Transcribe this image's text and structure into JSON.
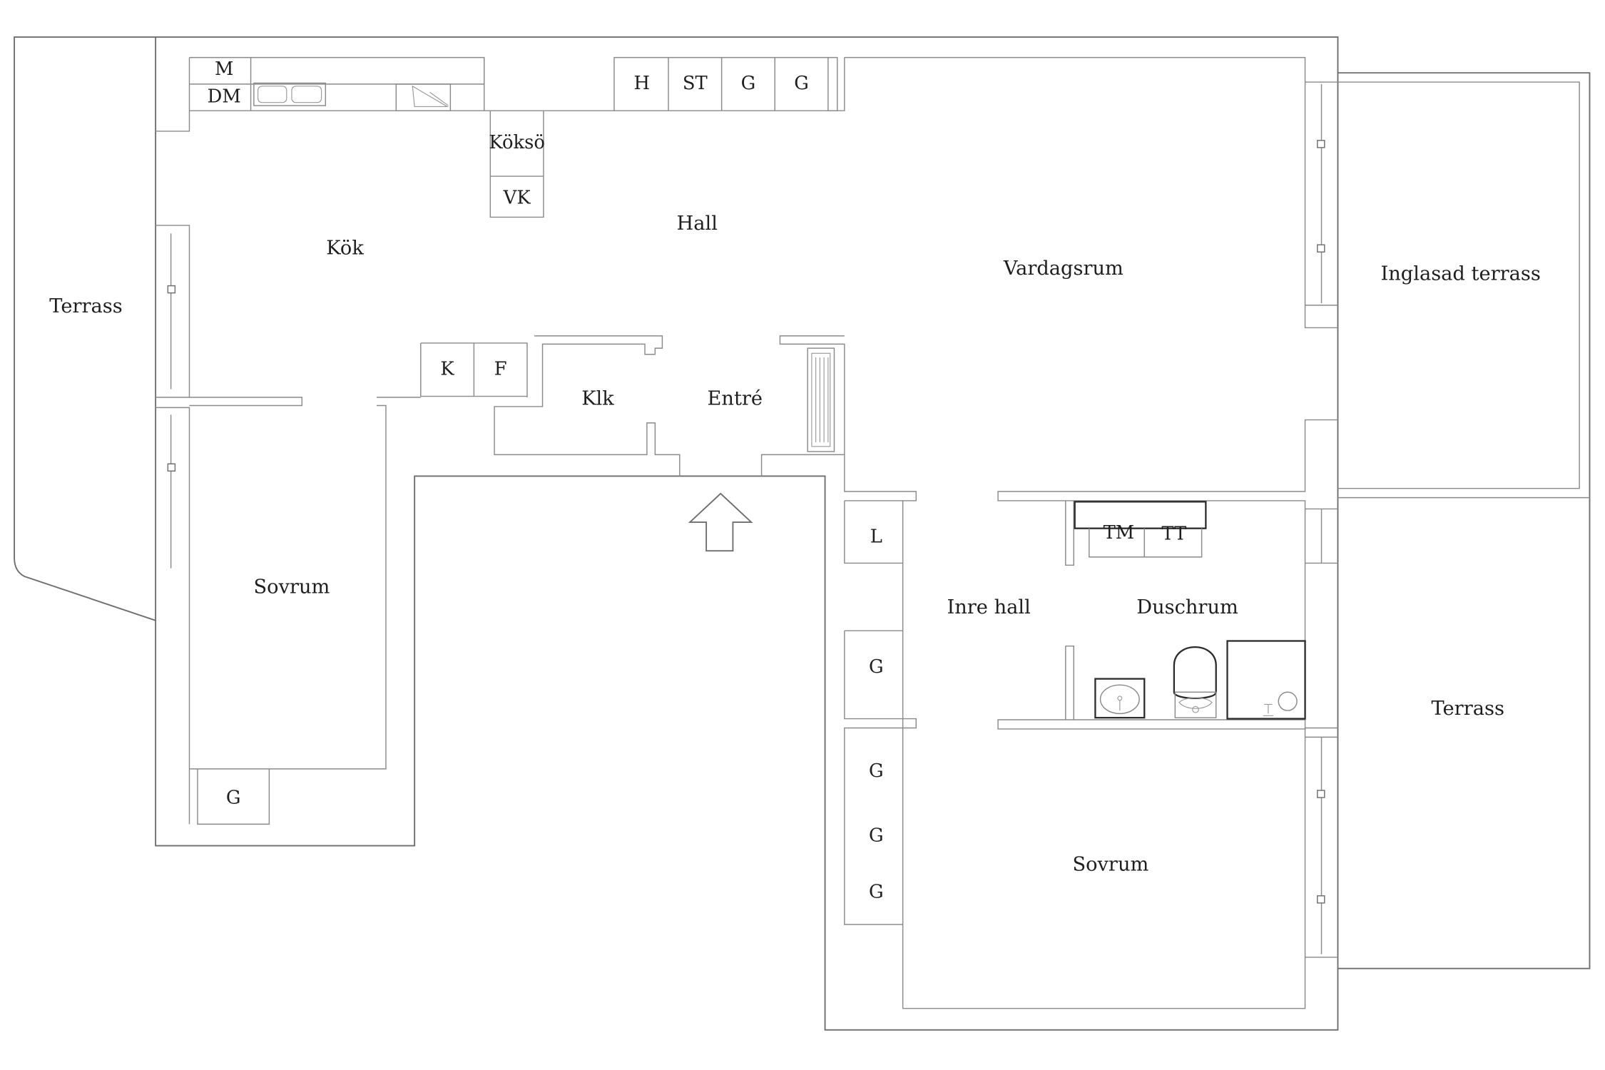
{
  "rooms": {
    "terrace_west": "Terrass",
    "kitchen": "Kök",
    "hall": "Hall",
    "living_room": "Vardagsrum",
    "glazed_terrace": "Inglasad terrass",
    "closet": "Klk",
    "entrance": "Entré",
    "bedroom_west": "Sovrum",
    "inner_hall": "Inre hall",
    "shower_room": "Duschrum",
    "terrace_east": "Terrass",
    "bedroom_east": "Sovrum"
  },
  "fixtures": {
    "microwave": "M",
    "dishwasher": "DM",
    "heat_cabinet": "H",
    "cleaning_cabinet": "ST",
    "wardrobe_hall_1": "G",
    "wardrobe_hall_2": "G",
    "kitchen_island": "Köksö",
    "wine_fridge": "VK",
    "fridge": "K",
    "freezer": "F",
    "wardrobe_west_bedroom": "G",
    "linen_closet": "L",
    "wardrobe_inner_hall": "G",
    "washing_machine": "TM",
    "dryer": "TT",
    "wardrobe_bedroom_1": "G",
    "wardrobe_bedroom_2": "G",
    "wardrobe_bedroom_3": "G"
  }
}
